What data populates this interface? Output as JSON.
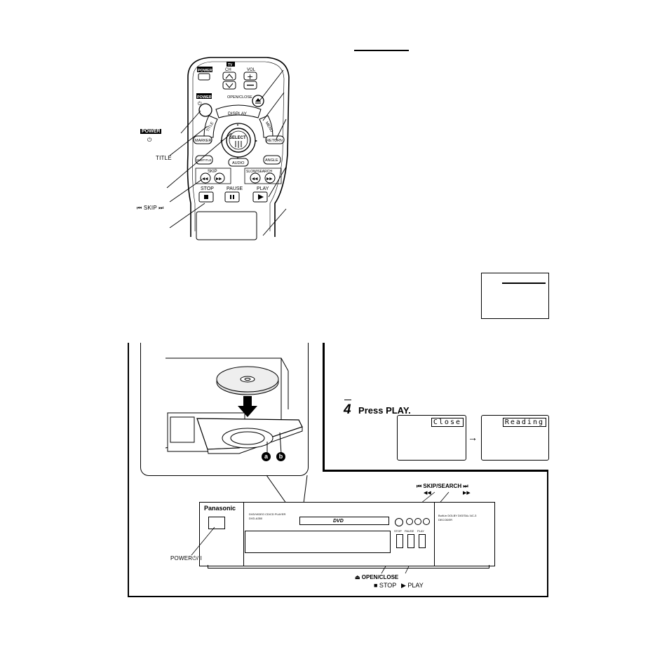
{
  "remote": {
    "tv_label": "TV",
    "power_tv_label": "POWER",
    "ch_label": "CH",
    "vol_label": "VOL",
    "power_label": "POWER",
    "open_close_label": "OPEN/CLOSE",
    "display_label": "DISPLAY",
    "title_label": "TITLE",
    "menu_label": "MENU",
    "marker_label": "MARKER",
    "select_label": "SELECT",
    "return_label": "RETURN",
    "subtitle_label": "SUBTITLE",
    "audio_label": "AUDIO",
    "angle_label": "ANGLE",
    "skip_label": "SKIP",
    "slow_search_label": "SLOW/SEARCH",
    "stop_label": "STOP",
    "pause_label": "PAUSE",
    "play_label": "PLAY"
  },
  "callouts": {
    "power_badge": "POWER",
    "power_symbol": "⏻",
    "title": "TITLE",
    "skip": "⏮ SKIP ⏭"
  },
  "step4": {
    "number": "4",
    "title": "Press PLAY.",
    "display1": "Close",
    "display2": "Reading"
  },
  "disc_tray": {
    "marker_a": "a",
    "marker_b": "b"
  },
  "player": {
    "brand": "Panasonic",
    "model_line1": "DVD/VIDEO CD/CD PLAYER",
    "model_line2": "DVD-A350",
    "logo": "DVD",
    "power_btn_label": "POWER⏻/ I",
    "decoder_text": "Built-in DOLBY DIGITAL/ AC-3 DECODER",
    "skip_search_label": "⏮ SKIP/SEARCH ⏭",
    "search_left": "◀◀",
    "search_right": "▶▶",
    "open_close_label": "⏏ OPEN/CLOSE",
    "stop_label": "■ STOP",
    "play_label": "▶ PLAY",
    "btn_stop": "STOP",
    "btn_pause": "PAUSE",
    "btn_play": "PLAY"
  }
}
